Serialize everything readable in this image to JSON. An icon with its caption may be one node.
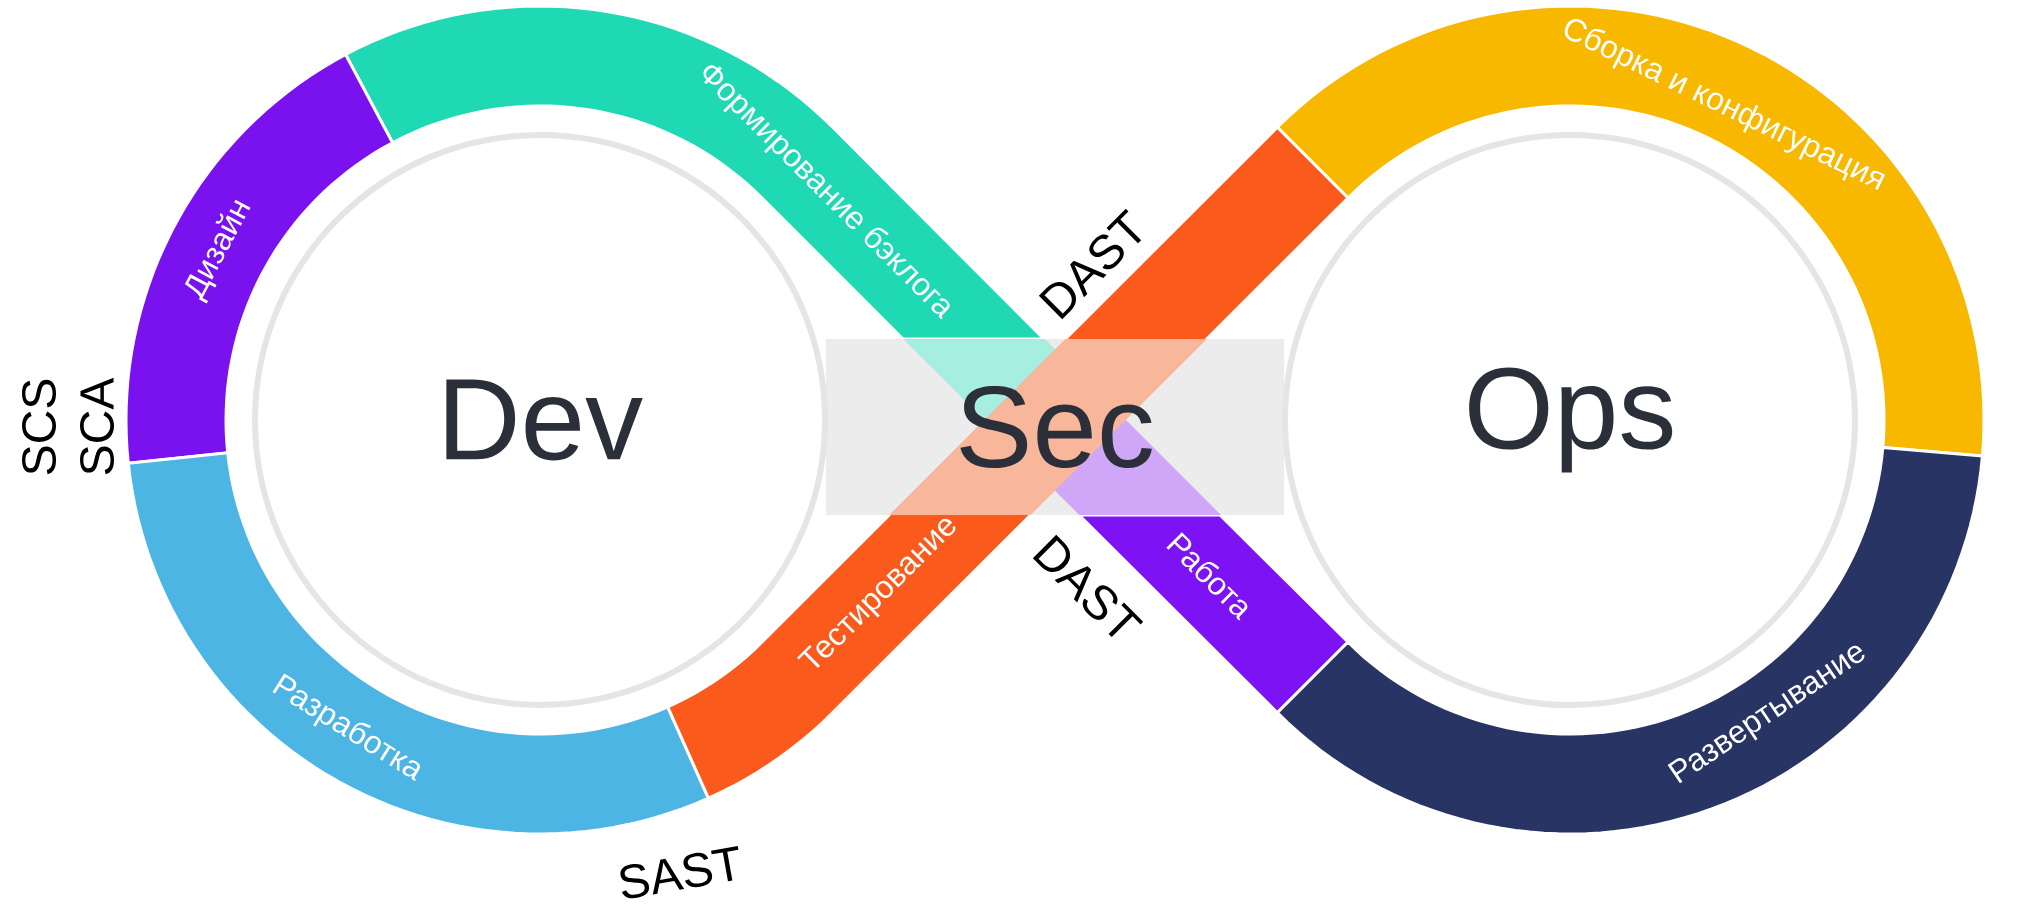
{
  "diagram": {
    "nodes": [
      {
        "text": [
          "Дизайн"
        ]
      },
      {
        "text": [
          "Формирование бэклога"
        ]
      },
      {
        "text": [
          "Dev"
        ]
      },
      {
        "text": [
          "Sec"
        ]
      },
      {
        "text": [
          "Ops"
        ]
      },
      {
        "text": [
          "Сборка и конфигурация"
        ]
      },
      {
        "text": [
          "Развертывание"
        ]
      },
      {
        "text": [
          "Работа"
        ]
      },
      {
        "text": [
          "Тестирование"
        ]
      },
      {
        "text": [
          "Разработка"
        ]
      }
    ],
    "labels": [
      "DAST",
      "SCS",
      "SCA",
      "DAST",
      "SAST"
    ]
  }
}
